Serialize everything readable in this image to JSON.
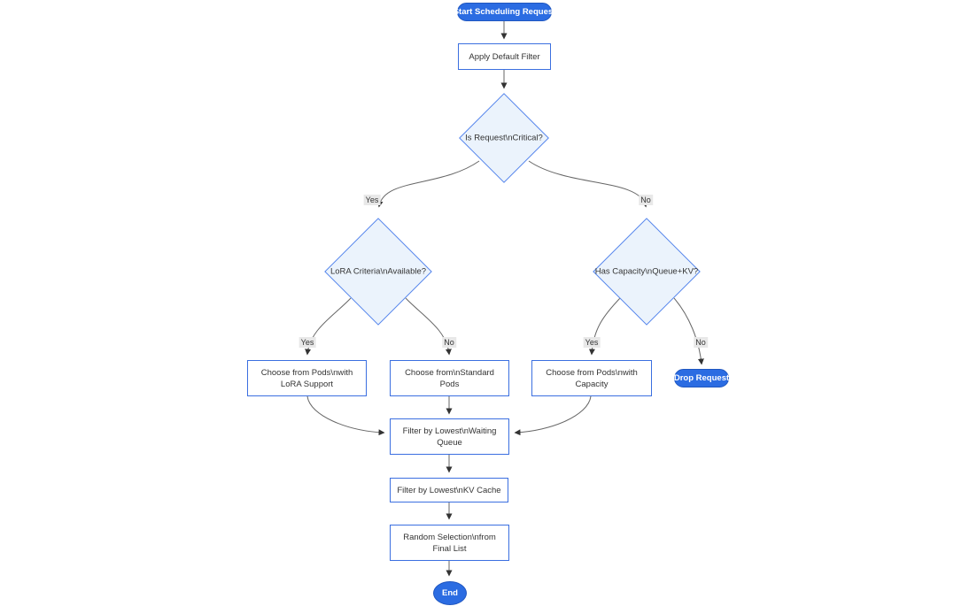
{
  "colors": {
    "accent": "#2b6ce2",
    "accent_border": "#2057c0",
    "rect_border": "#3b6fe0",
    "diamond_fill": "#ebf3fc",
    "diamond_border": "#5585ec",
    "edge": "#666666",
    "arrowhead": "#333333",
    "text": "#333333",
    "label_bg": "#e8e8e8"
  },
  "flowchart": {
    "nodes": {
      "start": "Start Scheduling Request",
      "apply_default_filter": "Apply Default Filter",
      "is_critical": "Is Request\\nCritical?",
      "lora_criteria": "LoRA Criteria\\nAvailable?",
      "has_capacity": "Has Capacity\\nQueue+KV?",
      "choose_lora_pods": "Choose from Pods\\nwith LoRA Support",
      "choose_standard_pods": "Choose from\\nStandard Pods",
      "choose_capacity_pods": "Choose from Pods\\nwith Capacity",
      "drop_request": "Drop Request",
      "filter_waiting_queue": "Filter by Lowest\\nWaiting Queue",
      "filter_kv_cache": "Filter by Lowest\\nKV Cache",
      "random_selection": "Random Selection\\nfrom Final List",
      "end": "End"
    },
    "edge_labels": {
      "critical_yes": "Yes",
      "critical_no": "No",
      "lora_yes": "Yes",
      "lora_no": "No",
      "capacity_yes": "Yes",
      "capacity_no": "No"
    },
    "edges": [
      {
        "from": "start",
        "to": "apply_default_filter"
      },
      {
        "from": "apply_default_filter",
        "to": "is_critical"
      },
      {
        "from": "is_critical",
        "to": "lora_criteria",
        "label": "Yes"
      },
      {
        "from": "is_critical",
        "to": "has_capacity",
        "label": "No"
      },
      {
        "from": "lora_criteria",
        "to": "choose_lora_pods",
        "label": "Yes"
      },
      {
        "from": "lora_criteria",
        "to": "choose_standard_pods",
        "label": "No"
      },
      {
        "from": "has_capacity",
        "to": "choose_capacity_pods",
        "label": "Yes"
      },
      {
        "from": "has_capacity",
        "to": "drop_request",
        "label": "No"
      },
      {
        "from": "choose_lora_pods",
        "to": "filter_waiting_queue"
      },
      {
        "from": "choose_standard_pods",
        "to": "filter_waiting_queue"
      },
      {
        "from": "choose_capacity_pods",
        "to": "filter_waiting_queue"
      },
      {
        "from": "filter_waiting_queue",
        "to": "filter_kv_cache"
      },
      {
        "from": "filter_kv_cache",
        "to": "random_selection"
      },
      {
        "from": "random_selection",
        "to": "end"
      }
    ]
  }
}
